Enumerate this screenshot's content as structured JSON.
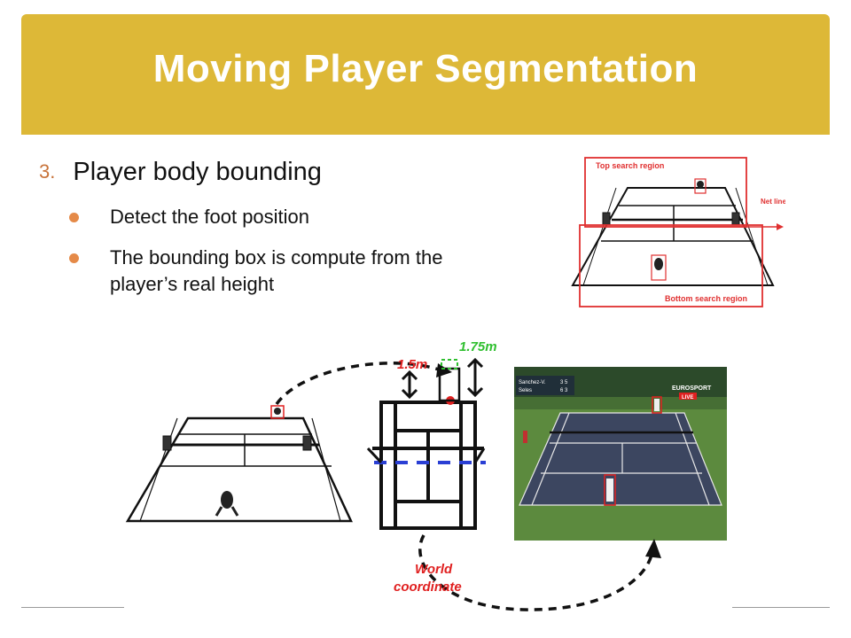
{
  "slide": {
    "title": "Moving Player Segmentation",
    "heading_number": "3.",
    "heading": "Player body bounding",
    "bullets": [
      "Detect the foot position",
      "The bounding box is compute from the player’s real height"
    ]
  },
  "figure_top": {
    "top_search_label": "Top search region",
    "net_line_label": "Net line",
    "bottom_search_label": "Bottom search region"
  },
  "figure_bottom": {
    "height_15": "1.5m",
    "height_175": "1.75m",
    "world_label_1": "World",
    "world_label_2": "coordinate",
    "scoreboard_row1": "Sanchez-V.",
    "scoreboard_row2": "Seles",
    "score1": "3 5",
    "score2": "6 3",
    "broadcaster": "EUROSPORT",
    "live_badge": "LIVE"
  },
  "colors": {
    "title_band": "#ddb837",
    "bullet_dot": "#e58a48",
    "region_red": "#e03030",
    "annotation_red": "#e02020",
    "annotation_green": "#2fbf2f",
    "court_blue": "#3c4660",
    "grass_green": "#4e7a36"
  }
}
